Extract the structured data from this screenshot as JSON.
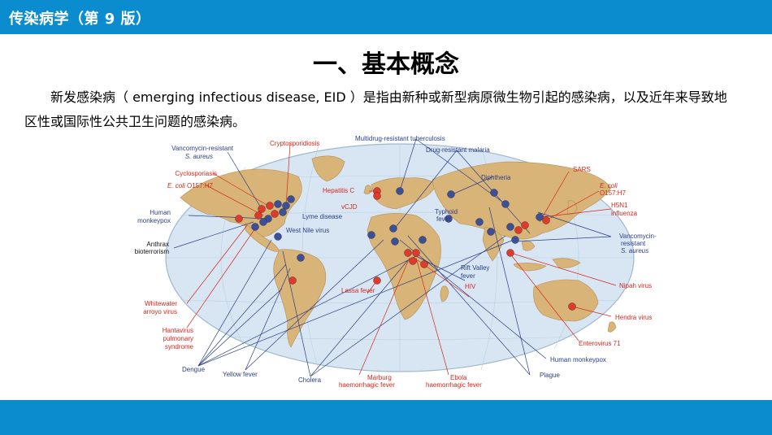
{
  "header": {
    "title": "传染病学（第 9 版）"
  },
  "section": {
    "heading": "一、基本概念"
  },
  "intro": {
    "paragraph": "新发感染病（ emerging infectious disease, EID ）是指由新种或新型病原微生物引起的感染病，以及近年来导致地区性或国际性公共卫生问题的感染病。"
  },
  "map": {
    "left_labels": {
      "vre1": "Vancomycin-resistant",
      "vre2": "S. aureus",
      "cyclo": "Cyclosporiasis",
      "ecoli_a": "E. coli",
      "ecoli_b": " O157:H7",
      "monkeypox1": "Human",
      "monkeypox2": "monkeypox",
      "anthrax1": "Anthrax",
      "anthrax2": "bioterrorism",
      "white1": "Whitewater",
      "white2": "arroyo virus",
      "hanta1": "Hantavirus",
      "hanta2": "pulmonary",
      "hanta3": "syndrome",
      "dengue": "Dengue",
      "yellow": "Yellow fever",
      "cholera": "Cholera"
    },
    "map_labels": {
      "crypto": "Cryptosporidiosis",
      "mdrtb": "Multidrug-resistant tuberculosis",
      "malaria": "Drug-resistant malaria",
      "diph": "Diphtheria",
      "hepc": "Hepatitis C",
      "vcjd": "vCJD",
      "lyme": "Lyme disease",
      "westnile": "West Nile virus",
      "typhoid1": "Typhoid",
      "typhoid2": "fever",
      "rift1": "Rift Valley",
      "rift2": "fever",
      "hiv": "HIV",
      "lassa": "Lassa fever",
      "marburg1": "Marburg",
      "marburg2": "haemorrhagic fever",
      "ebola1": "Ebola",
      "ebola2": "haemorrhagic fever"
    },
    "right_labels": {
      "sars": "SARS",
      "ecoli_a": "E. coli",
      "ecoli_b": "O157:H7",
      "h5n1a": "H5N1",
      "h5n1b": "influenza",
      "vre1": "Vancomycin-",
      "vre2": "resistant",
      "vre3": "S. aureus",
      "nipah": "Nipah virus",
      "hendra": "Hendra virus",
      "entero": "Enterovirus 71",
      "monkeypox": "Human monkeypox",
      "plague": "Plague"
    },
    "colors": {
      "ocean": "#d7e6f2",
      "land": "#d9b478",
      "red_dot": "#e03a2c",
      "blue_dot": "#3b4f9a",
      "red_text": "#d4281c",
      "blue_text": "#2c3f86"
    }
  }
}
